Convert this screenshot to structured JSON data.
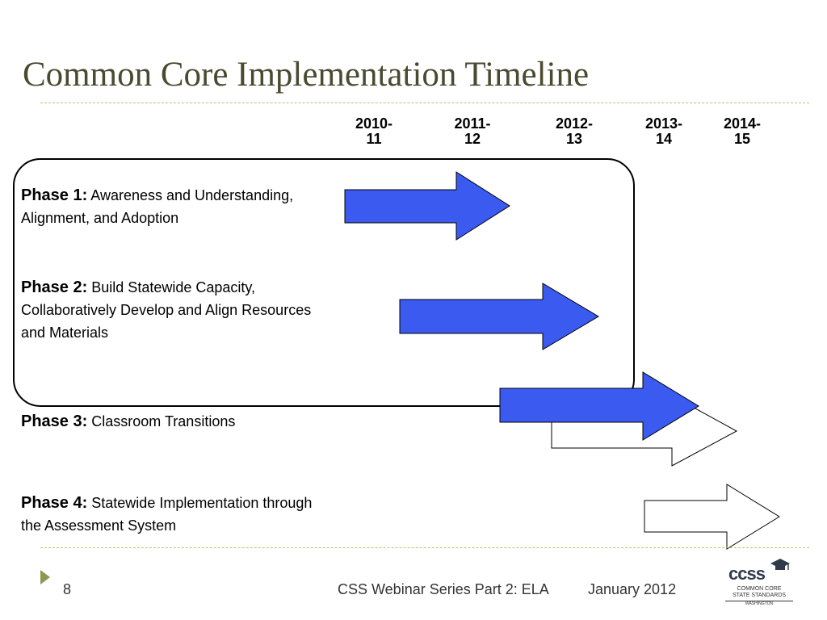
{
  "slide": {
    "title": "Common Core Implementation Timeline"
  },
  "timeline": {
    "years": [
      {
        "line1": "2010-",
        "line2": "11"
      },
      {
        "line1": "2011-",
        "line2": "12"
      },
      {
        "line1": "2012-",
        "line2": "13"
      },
      {
        "line1": "2013-",
        "line2": "14"
      },
      {
        "line1": "2014-",
        "line2": "15"
      }
    ],
    "phases": [
      {
        "label": "Phase 1:",
        "text": "Awareness and Understanding, Alignment, and Adoption"
      },
      {
        "label": "Phase 2:",
        "text": "Build Statewide Capacity, Collaboratively Develop and Align Resources and Materials"
      },
      {
        "label": "Phase 3:",
        "text": "Classroom Transitions"
      },
      {
        "label": "Phase 4:",
        "text": "Statewide Implementation through the Assessment System"
      }
    ],
    "colors": {
      "filled_arrow": "#3a5af0",
      "outline_arrow": "#ffffff",
      "rule": "#b5c27a",
      "title": "#4a4a30"
    }
  },
  "footer": {
    "slide_number": "8",
    "series": "CSS Webinar Series Part 2: ELA",
    "date": "January 2012"
  },
  "logo": {
    "word": "ccss",
    "line1": "COMMON CORE",
    "line2": "STATE STANDARDS",
    "line3": "WASHINGTON"
  }
}
